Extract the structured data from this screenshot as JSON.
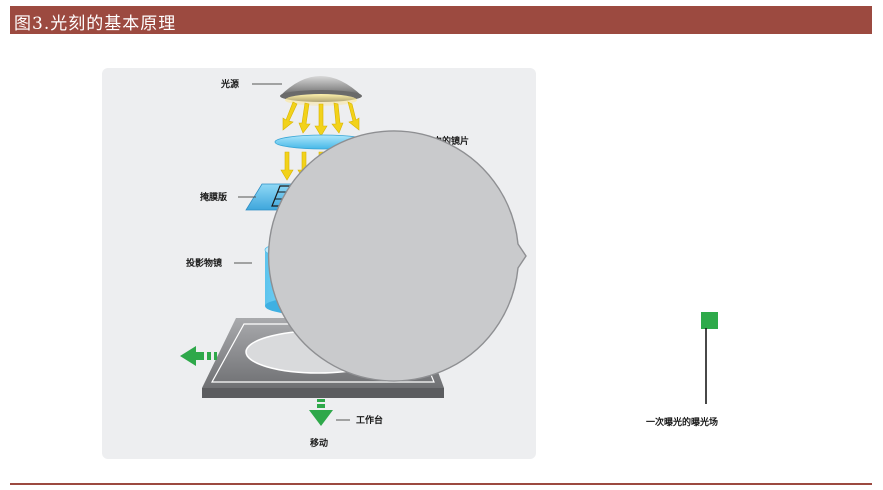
{
  "header": {
    "title": "图3.光刻的基本原理"
  },
  "labels": {
    "light_source": "光源",
    "lens": "照明系统中的镜片",
    "mask": "掩膜版",
    "projection_lens": "投影物镜",
    "stage": "工作台",
    "move": "移动",
    "exposure_field": "一次曝光的曝光场"
  },
  "colors": {
    "title_bar": "#9c4a40",
    "panel": "#edeef0",
    "light_arrow": "#f2d21a",
    "lens": "#5bc8f0",
    "beam": "#d04ad0",
    "stage_arrow": "#2ea84a",
    "wafer": "#c9cacc",
    "exposed_field": "#2eaa4a",
    "pointer": "#8a2a60"
  }
}
